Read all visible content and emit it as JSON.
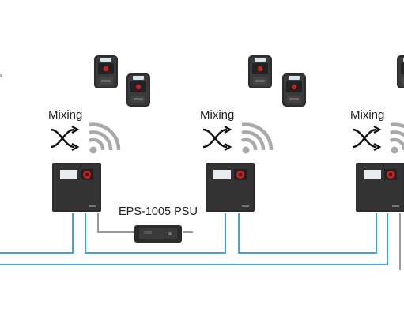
{
  "mixing_labels": [
    "Mixing",
    "Mixing",
    "Mixing"
  ],
  "psu_label": "EPS-1005 PSU",
  "colors": {
    "cable_blue": "#3aa6dd",
    "cable_gray": "#9a9a9a",
    "device_body": "#2b2b2b",
    "accent_red": "#cc2020",
    "wireless_gray": "#a9a9a9"
  },
  "icons": [
    "beltpack-icon",
    "mixing-icon",
    "wireless-icon",
    "base-station-icon",
    "psu-icon"
  ]
}
